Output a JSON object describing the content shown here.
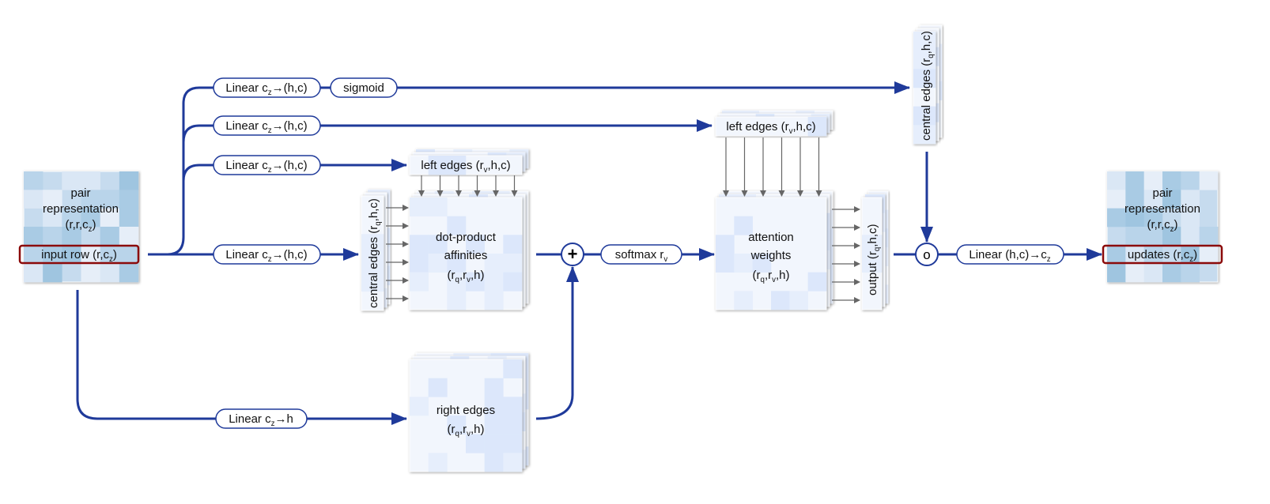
{
  "colors": {
    "flow": "#1f3a9a",
    "highlight": "#8b0a0a",
    "cell_light": "#eef3fc",
    "cell_blue": "#a9cbe4"
  },
  "input_pair": {
    "line1": "pair",
    "line2": "representation",
    "line3": "(r,r,c_{z})",
    "row": "input row (r,c_{z})"
  },
  "output_pair": {
    "line1": "pair",
    "line2": "representation",
    "line3": "(r,r,c_{z})",
    "row": "updates (r,c_{z})"
  },
  "linear_gate": "Linear c_{z}→(h,c)",
  "sigmoid": "sigmoid",
  "linear_left2": "Linear c_{z}→(h,c)",
  "linear_left1": "Linear c_{z}→(h,c)",
  "linear_central": "Linear c_{z}→(h,c)",
  "linear_bias": "Linear c_{z}→h",
  "left_edges_1": "left edges (r_{v},h,c)",
  "left_edges_2": "left edges (r_{v},h,c)",
  "central_edges_1": "central edges (r_{q},h,c)",
  "central_edges_gate": "central edges (r_{q},h,c)",
  "affinities": {
    "line1": "dot-product",
    "line2": "affinities",
    "line3": "(r_{q},r_{v},h)"
  },
  "plus": "+",
  "softmax": "softmax r_{v}",
  "attention": {
    "line1": "attention",
    "line2": "weights",
    "line3": "(r_{q},r_{v},h)"
  },
  "right_edges": {
    "line1": "right edges",
    "line2": "(r_{q},r_{v},h)"
  },
  "output": "output (r_{q},h,c)",
  "gate_op": "o",
  "linear_out": "Linear (h,c)→c_{z}"
}
